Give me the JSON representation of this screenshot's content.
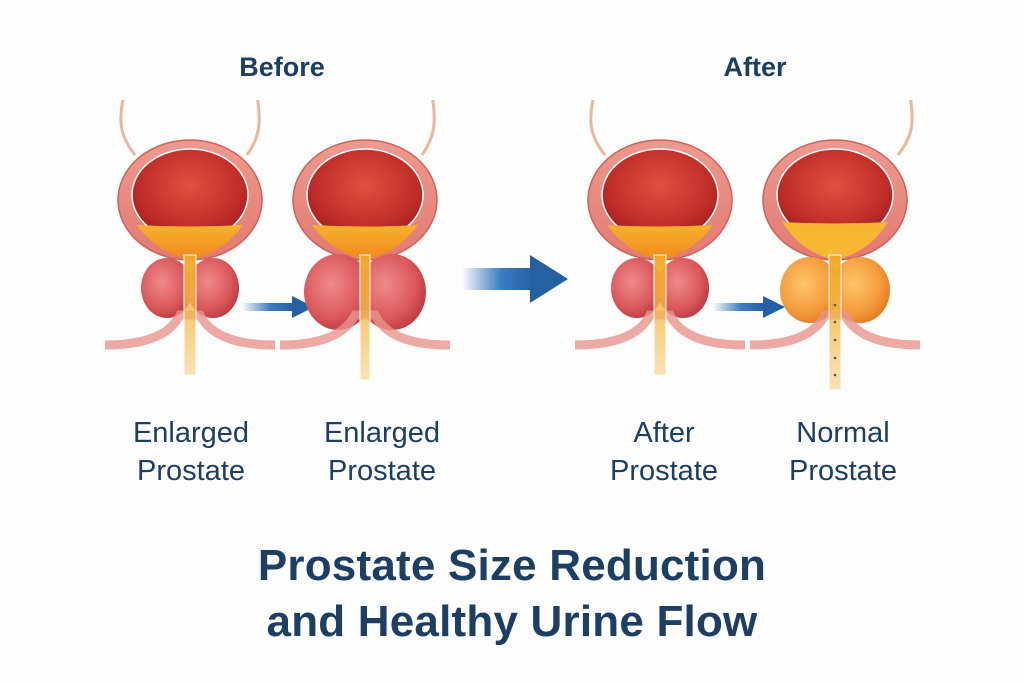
{
  "headers": {
    "before": "Before",
    "after": "After"
  },
  "panels": [
    {
      "id": "p1",
      "label_line1": "Enlarged",
      "label_line2": "Prostate",
      "prostate_color": "#d9565a",
      "prostate_scale": "medium"
    },
    {
      "id": "p2",
      "label_line1": "Enlarged",
      "label_line2": "Prostate",
      "prostate_color": "#d94a50",
      "prostate_scale": "large"
    },
    {
      "id": "p3",
      "label_line1": "After",
      "label_line2": "Prostate",
      "prostate_color": "#d9565a",
      "prostate_scale": "medium"
    },
    {
      "id": "p4",
      "label_line1": "Normal",
      "label_line2": "Prostate",
      "prostate_color": "#f29a3a",
      "prostate_scale": "medium"
    }
  ],
  "title": {
    "line1": "Prostate Size Reduction",
    "line2": "and Healthy Urine Flow"
  },
  "colors": {
    "text": "#1d3f63",
    "arrow": "#2f6fb3",
    "bladder_wall": "#e8827a",
    "bladder_inner": "#c8312b",
    "urine": "#f5a623"
  }
}
